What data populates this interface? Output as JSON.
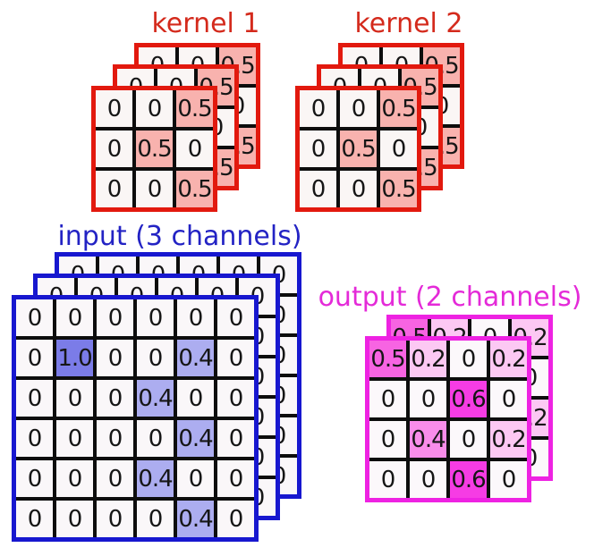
{
  "diagram": {
    "kernel1": {
      "title": "kernel 1",
      "accent": "#e2190e",
      "title_color": "#d42a1c",
      "channels": 3,
      "cell_bg": "#faf6f5",
      "value_colors": {
        "0.5": "#f8b2ae"
      },
      "grid": [
        [
          "0",
          "0",
          "0.5"
        ],
        [
          "0",
          "0.5",
          "0"
        ],
        [
          "0",
          "0",
          "0.5"
        ]
      ]
    },
    "kernel2": {
      "title": "kernel 2",
      "accent": "#e2190e",
      "title_color": "#d42a1c",
      "channels": 3,
      "cell_bg": "#faf6f5",
      "value_colors": {
        "0.5": "#f8b2ae"
      },
      "grid": [
        [
          "0",
          "0",
          "0.5"
        ],
        [
          "0",
          "0.5",
          "0"
        ],
        [
          "0",
          "0",
          "0.5"
        ]
      ]
    },
    "input": {
      "title": "input (3 channels)",
      "accent": "#1717cf",
      "title_color": "#2323c4",
      "channels": 3,
      "cell_bg": "#faf7f9",
      "value_colors": {
        "1.0": "#7b7ce8",
        "0.4": "#acadf0"
      },
      "grid": [
        [
          "0",
          "0",
          "0",
          "0",
          "0",
          "0"
        ],
        [
          "0",
          "1.0",
          "0",
          "0",
          "0.4",
          "0"
        ],
        [
          "0",
          "0",
          "0",
          "0.4",
          "0",
          "0"
        ],
        [
          "0",
          "0",
          "0",
          "0",
          "0.4",
          "0"
        ],
        [
          "0",
          "0",
          "0",
          "0.4",
          "0",
          "0"
        ],
        [
          "0",
          "0",
          "0",
          "0",
          "0.4",
          "0"
        ]
      ]
    },
    "output": {
      "title": "output (2 channels)",
      "accent": "#ee22e2",
      "title_color": "#e42ad8",
      "channels": 2,
      "cell_bg": "#fcf8fb",
      "value_colors": {
        "0.6": "#f63ce4",
        "0.5": "#f764e2",
        "0.4": "#f98dea",
        "0.2": "#fcc8f3"
      },
      "grid": [
        [
          "0.5",
          "0.2",
          "0",
          "0.2"
        ],
        [
          "0",
          "0",
          "0.6",
          "0"
        ],
        [
          "0",
          "0.4",
          "0",
          "0.2"
        ],
        [
          "0",
          "0",
          "0.6",
          "0"
        ]
      ]
    }
  }
}
